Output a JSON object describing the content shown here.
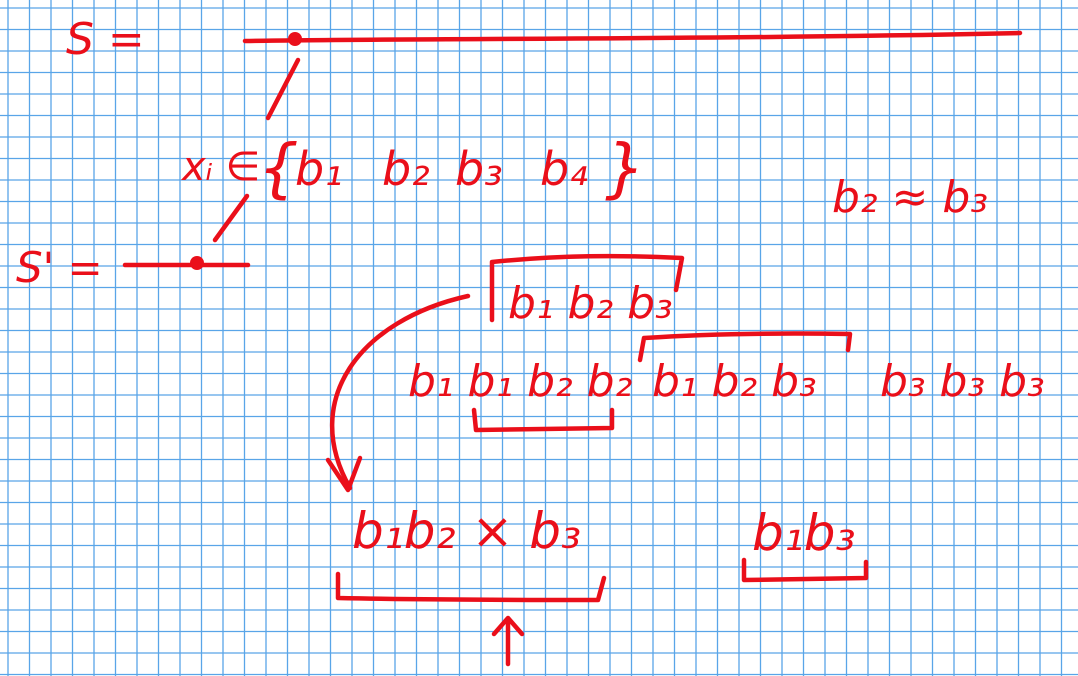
{
  "canvas": {
    "grid_color": "#59a5e8",
    "ink_color": "#ea0f1a",
    "background": "#ffffff"
  },
  "notes": {
    "s_label": "S =",
    "s_prime_label": "S' =",
    "set_prefix": "xᵢ ∈",
    "set_open": "{",
    "set_close": "}",
    "set_items": [
      "b₁",
      "b₂",
      "b₃",
      "b₄"
    ],
    "relation": "b₂ ≈ b₃",
    "boxed_pattern": "b₁ b₂ b₃",
    "sequence_part1": "b₁ b₁  b₂  b₂",
    "sequence_part2": "b₁  b₂  b₃",
    "sequence_part3": "b₃ b₃ b₃",
    "result_left": "b₁b₂ × b₃",
    "result_right": "b₁b₃"
  }
}
